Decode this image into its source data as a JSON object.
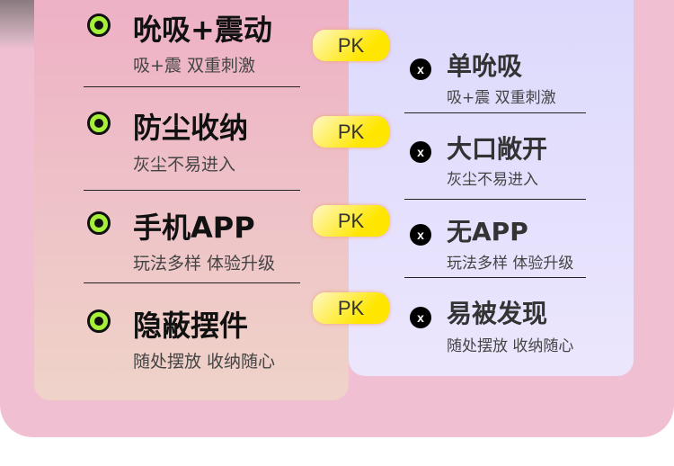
{
  "left": [
    {
      "title": "吮吸+震动",
      "sub": "吸+震 双重刺激"
    },
    {
      "title": "防尘收纳",
      "sub": "灰尘不易进入"
    },
    {
      "title": "手机APP",
      "sub": "玩法多样 体验升级"
    },
    {
      "title": "隐蔽摆件",
      "sub": "随处摆放 收纳随心"
    }
  ],
  "pk": "PK",
  "x_mark": "x",
  "right": [
    {
      "title": "单吮吸",
      "sub": "吸+震 双重刺激"
    },
    {
      "title": "大口敞开",
      "sub": "灰尘不易进入"
    },
    {
      "title": "无APP",
      "sub": "玩法多样 体验升级"
    },
    {
      "title": "易被发现",
      "sub": "随处摆放 收纳随心"
    }
  ],
  "colors": {
    "bg": "#f1bfd2",
    "check": "#a6f03a",
    "pk": "#ffe600",
    "right_panel": "#dcd9fc"
  }
}
